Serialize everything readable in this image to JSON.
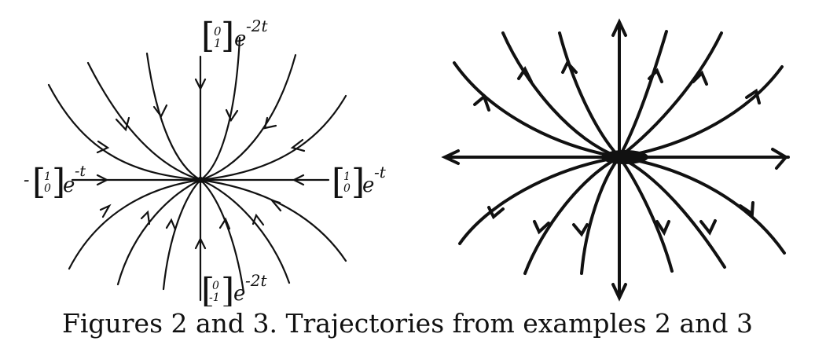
{
  "caption": "Figures 2 and 3. Trajectories from examples 2 and 3",
  "figure2": {
    "top_vector": [
      "0",
      "1"
    ],
    "top_exponent": "-2t",
    "bottom_vector": [
      "0",
      "-1"
    ],
    "bottom_exponent": "-2t",
    "left_prefix": "-",
    "left_vector": [
      "1",
      "0"
    ],
    "left_exponent": "-t",
    "right_vector": [
      "1",
      "0"
    ],
    "right_exponent": "-t",
    "exp_base": "e"
  },
  "colors": {
    "ink": "#111111",
    "background": "#ffffff"
  }
}
